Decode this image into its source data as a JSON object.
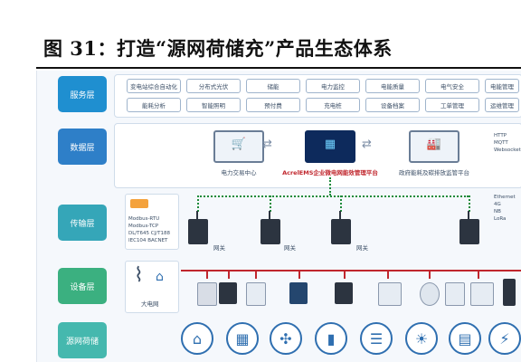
{
  "figure_title": "图 31：打造“源网荷储充”产品生态体系",
  "layers": {
    "service": "服务层",
    "data": "数据层",
    "transport": "传输层",
    "device": "设备层",
    "equipment": "源网荷储"
  },
  "service_chips_row1": [
    "变电站综合自动化",
    "分布式光伏",
    "储能",
    "电力监控",
    "电能质量",
    "电气安全",
    "电能管理"
  ],
  "service_chips_row2": [
    "能耗分析",
    "智能照明",
    "预付费",
    "充电桩",
    "设备档案",
    "工单管理",
    "运维管理"
  ],
  "platforms": {
    "left": "电力交易中心",
    "center": "AcrelEMS企业微电网能效管理平台",
    "right": "政府能耗及碳排放监管平台"
  },
  "gateway_label": "网关",
  "protocols_left": [
    "Modbus-RTU",
    "Modbus-TCP",
    "DL/T645",
    "CJ/T188",
    "IEC104",
    "BACNET"
  ],
  "protocols_right": [
    "Ethernet",
    "4G",
    "NB",
    "LoRa"
  ],
  "cloud_protocols": [
    "HTTP",
    "MQTT",
    "Websocket"
  ],
  "grid_label": "大电网",
  "colors": {
    "label_primary": "#1f8fd0",
    "label_data": "#2e7fc8",
    "label_transport": "#35a6b8",
    "label_device": "#3bb080",
    "label_equipment": "#45b8ae",
    "bus": "#c0262d",
    "link": "#1d8a3a"
  },
  "icons": {
    "equipment": [
      "house-solar-icon",
      "solar-panel-icon",
      "wind-turbine-icon",
      "battery-icon",
      "air-conditioner-icon",
      "lightbulb-icon",
      "meter-cabinet-icon",
      "ev-charger-icon",
      "plug-icon"
    ]
  }
}
